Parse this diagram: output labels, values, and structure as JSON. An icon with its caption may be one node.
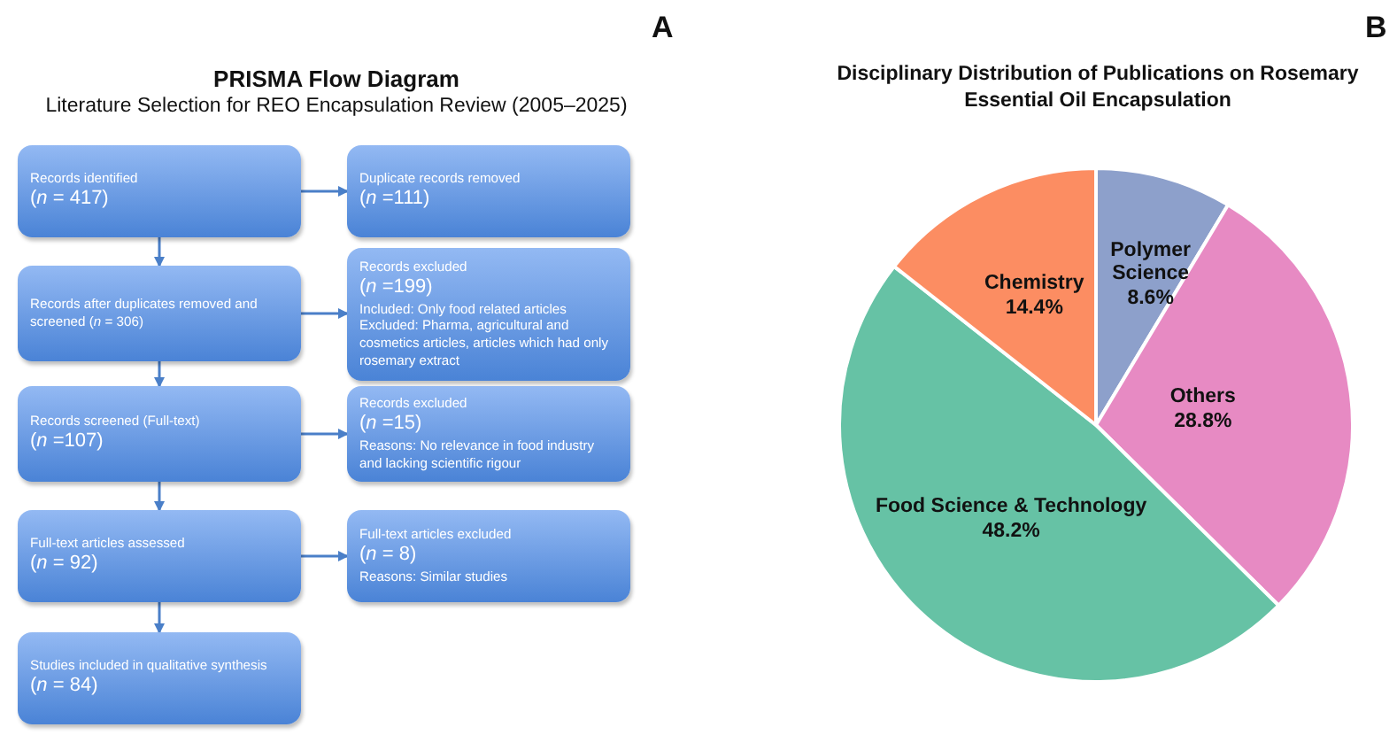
{
  "diagram": {
    "title": "PRISMA Flow Diagram",
    "nodes": [
      {
        "text": [
          "Records identified",
          "(*n* = 417)"
        ]
      },
      {
        "text": [
          "Duplicate records removed",
          "(*n* =111)"
        ]
      },
      {
        "text": [
          "Records after duplicates removed and screened (*n* = 306)"
        ]
      },
      {
        "text": [
          "Records excluded",
          "(*n* =199)",
          "Included: Only food related articles",
          "Excluded: Pharma, agricultural and cosmetics articles, articles which had only rosemary extract"
        ]
      },
      {
        "text": [
          "Records screened (Full-text)",
          "(*n* =107)"
        ]
      },
      {
        "text": [
          "Records excluded",
          "(*n* =15)",
          "Reasons: No relevance in food industry and lacking scientific rigour"
        ]
      },
      {
        "text": [
          "Full-text articles assessed",
          "(*n* = 92)"
        ]
      },
      {
        "text": [
          "Full-text articles excluded",
          "(*n* = 8)",
          "Reasons: Similar studies"
        ]
      },
      {
        "text": [
          "Studies included in qualitative synthesis",
          "(*n* = 84)"
        ]
      }
    ],
    "edges": [
      {
        "from": 0,
        "to": 1,
        "arrow": "to"
      },
      {
        "from": 0,
        "to": 2,
        "arrow": "to"
      },
      {
        "from": 2,
        "to": 3,
        "arrow": "to"
      },
      {
        "from": 2,
        "to": 4,
        "arrow": "to"
      },
      {
        "from": 4,
        "to": 5,
        "arrow": "to"
      },
      {
        "from": 4,
        "to": 6,
        "arrow": "to"
      },
      {
        "from": 6,
        "to": 7,
        "arrow": "to"
      },
      {
        "from": 6,
        "to": 8,
        "arrow": "to"
      }
    ],
    "labels": [
      "A",
      "B",
      "Literature Selection for REO Encapsulation Review (2005–2025)"
    ],
    "chart_data": {
      "type": "pie",
      "title": "Disciplinary Distribution of Publications on Rosemary Essential Oil Encapsulation",
      "categories": [
        "Polymer Science",
        "Others",
        "Food Science & Technology",
        "Chemistry"
      ],
      "values": [
        8.6,
        28.8,
        48.2,
        14.4
      ],
      "colors": [
        "#8da0cb",
        "#e78ac3",
        "#66c2a5",
        "#fc8d62"
      ],
      "data_labels": "value_labels",
      "value_labels": [
        "8.6%",
        "28.8%",
        "48.2%",
        "14.4%"
      ]
    }
  }
}
